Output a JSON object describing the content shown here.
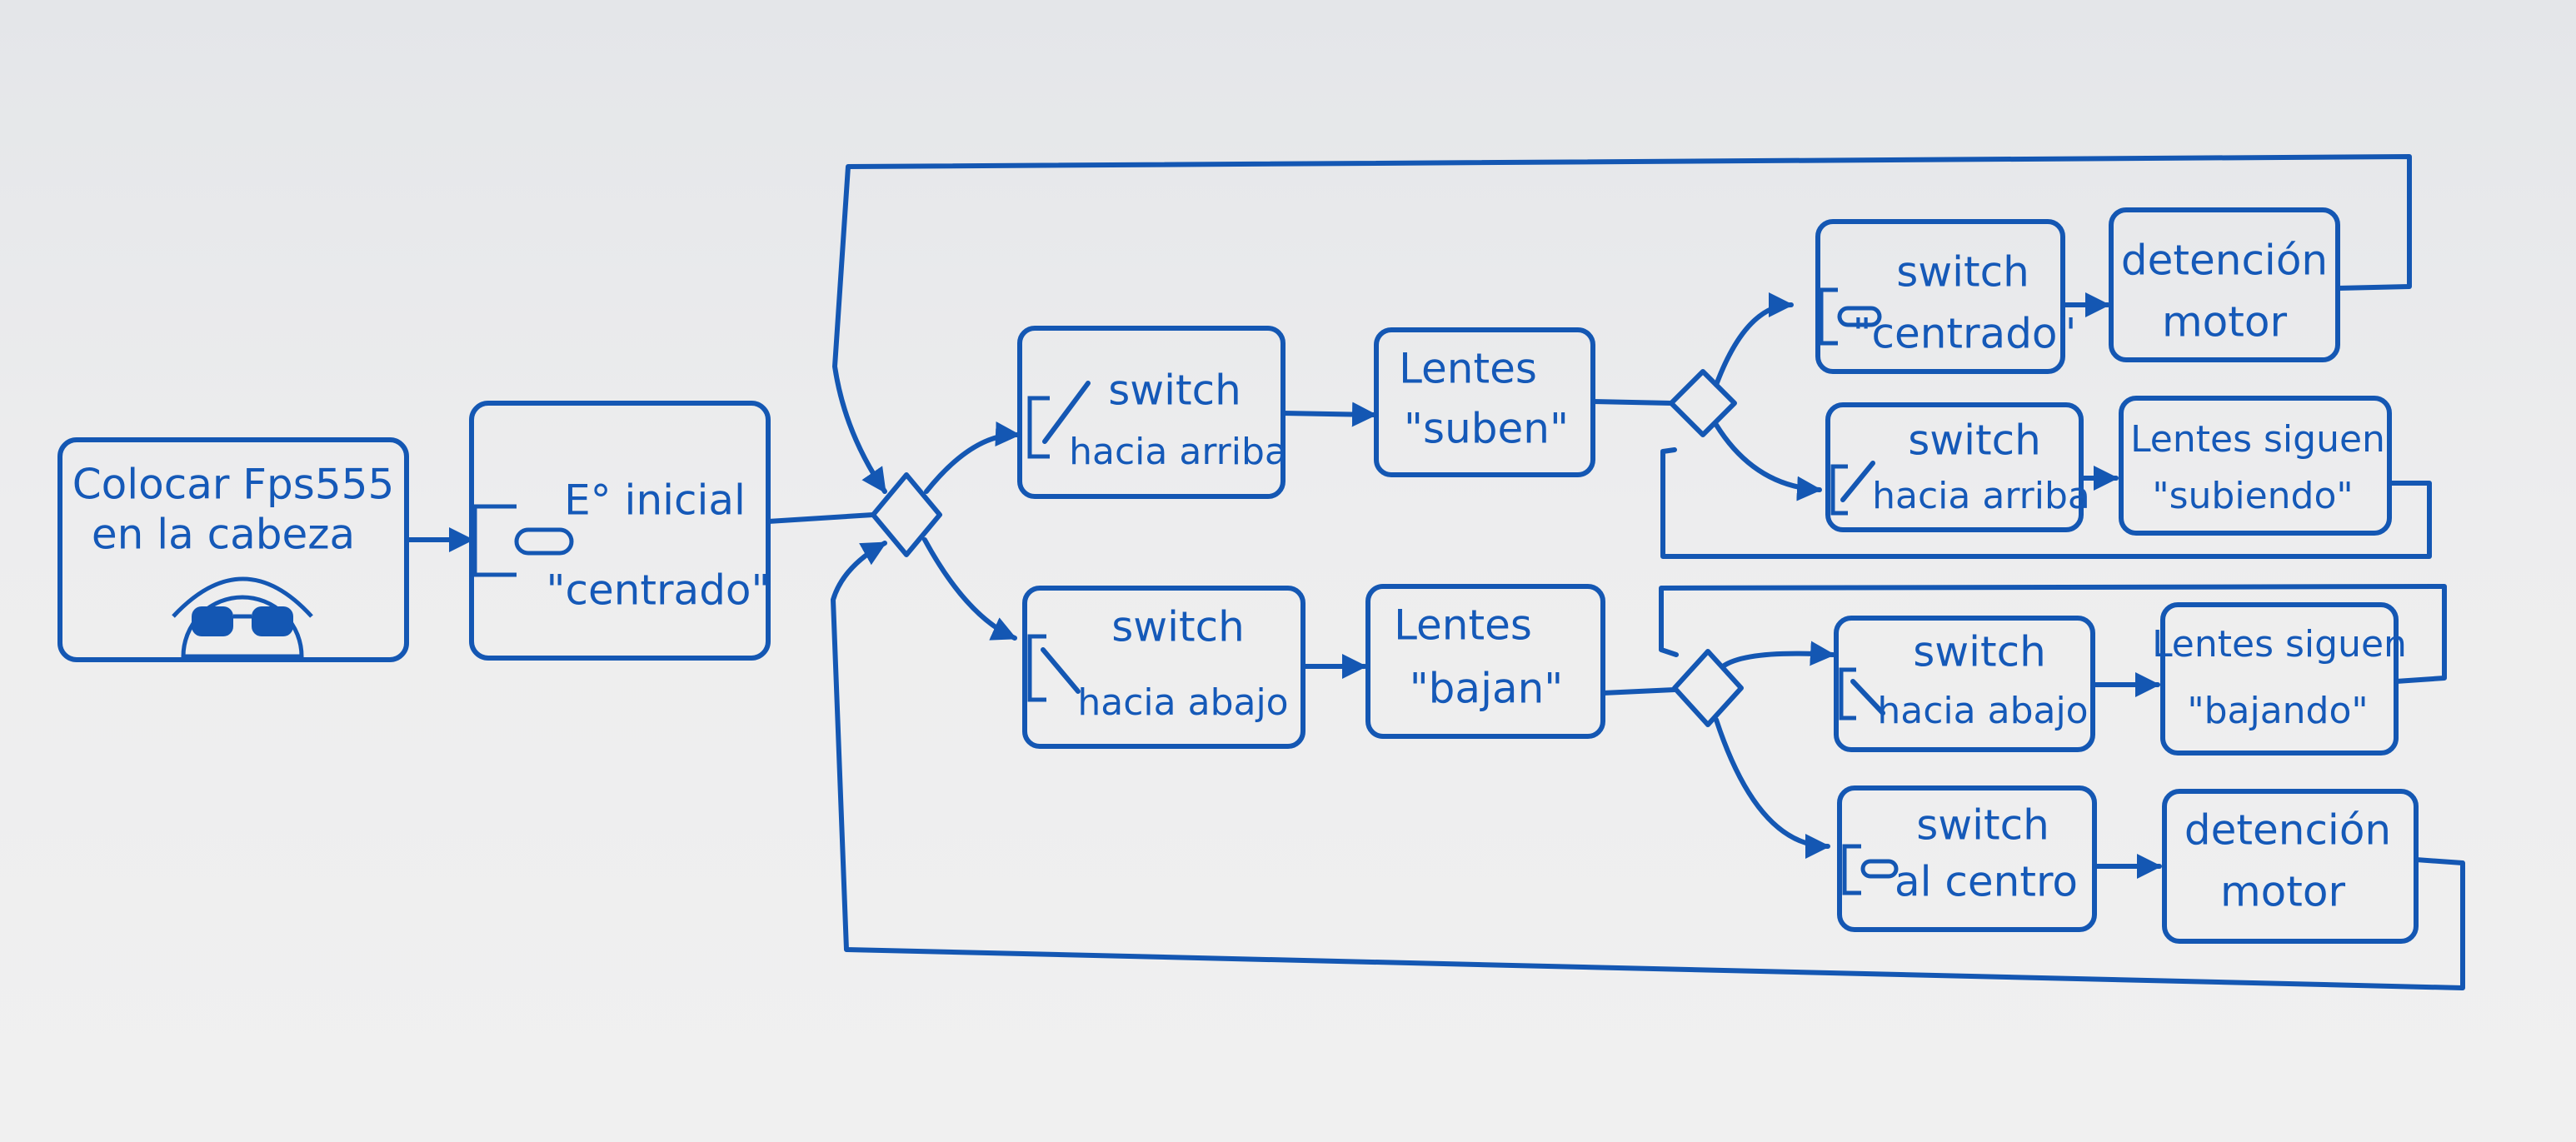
{
  "colors": {
    "ink": "#1457b3",
    "paper": "#eeeeef"
  },
  "nodes": {
    "start": {
      "line1": "Colocar Fps555",
      "line2": "en la cabeza"
    },
    "initial": {
      "line1": "E° inicial",
      "line2": "\"centrado\""
    },
    "sw_up": {
      "line1": "switch",
      "line2": "hacia arriba"
    },
    "lens_up": {
      "line1": "Lentes",
      "line2": "\"suben\""
    },
    "sw_center_a": {
      "line1": "switch",
      "line2": "\"centrado\""
    },
    "stop_a": {
      "line1": "detención",
      "line2": "motor"
    },
    "sw_up_2": {
      "line1": "switch",
      "line2": "hacia arriba"
    },
    "keep_up": {
      "line1": "Lentes siguen",
      "line2": "\"subiendo\""
    },
    "sw_down": {
      "line1": "switch",
      "line2": "hacia abajo"
    },
    "lens_down": {
      "line1": "Lentes",
      "line2": "\"bajan\""
    },
    "sw_down_2": {
      "line1": "switch",
      "line2": "hacia abajo"
    },
    "keep_down": {
      "line1": "Lentes siguen",
      "line2": "\"bajando\""
    },
    "sw_center_b": {
      "line1": "switch",
      "line2": "al centro"
    },
    "stop_b": {
      "line1": "detención",
      "line2": "motor"
    }
  },
  "icons": {
    "start": "person-with-sunglasses-icon",
    "switch_center": "switch-centered-icon",
    "switch_up": "switch-up-icon",
    "switch_down": "switch-down-icon"
  }
}
